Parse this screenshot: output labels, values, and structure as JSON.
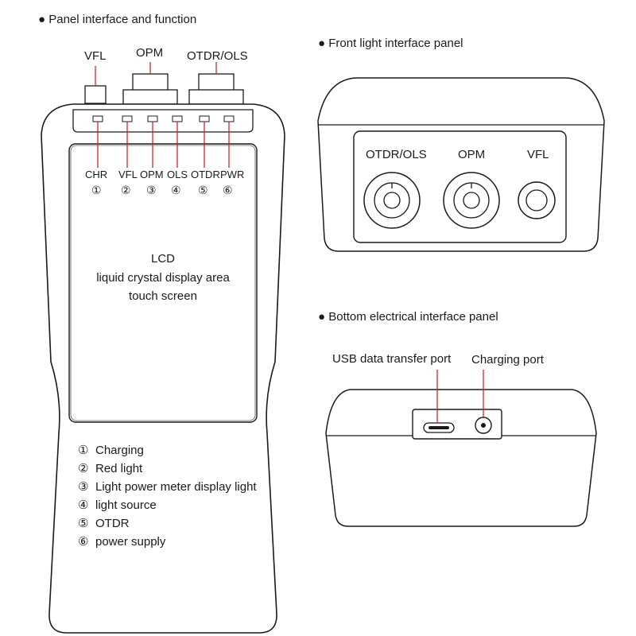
{
  "headings": {
    "panel": "● Panel interface and function",
    "front": "● Front light interface panel",
    "bottom": "● Bottom electrical interface panel"
  },
  "top_ports": {
    "vfl": "VFL",
    "opm": "OPM",
    "otdr": "OTDR/OLS"
  },
  "indicators": [
    {
      "label": "CHR",
      "num": "①"
    },
    {
      "label": "VFL",
      "num": "②"
    },
    {
      "label": "OPM",
      "num": "③"
    },
    {
      "label": "OLS",
      "num": "④"
    },
    {
      "label": "OTDR",
      "num": "⑤"
    },
    {
      "label": "PWR",
      "num": "⑥"
    }
  ],
  "lcd": {
    "line1": "LCD",
    "line2": "liquid crystal display area",
    "line3": "touch screen"
  },
  "legend": [
    {
      "num": "①",
      "text": "Charging"
    },
    {
      "num": "②",
      "text": "Red light"
    },
    {
      "num": "③",
      "text": "Light power meter display light"
    },
    {
      "num": "④",
      "text": "light source"
    },
    {
      "num": "⑤",
      "text": "OTDR"
    },
    {
      "num": "⑥",
      "text": "power supply"
    }
  ],
  "front_panel": {
    "otdr": "OTDR/OLS",
    "opm": "OPM",
    "vfl": "VFL"
  },
  "bottom_panel": {
    "usb": "USB data transfer port",
    "charging": "Charging port"
  },
  "colors": {
    "pointer": "#d8232a",
    "outline": "#1a1a1a"
  }
}
